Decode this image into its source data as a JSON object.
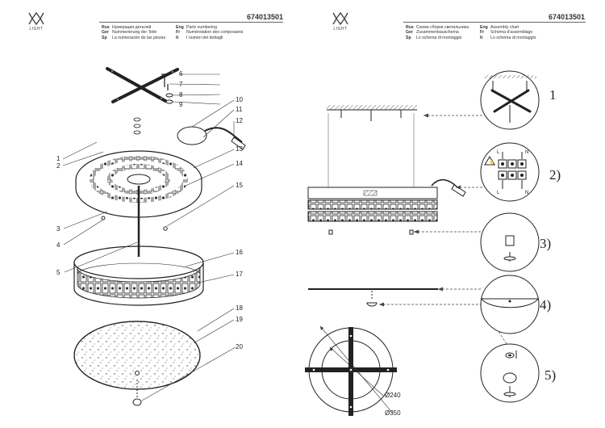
{
  "brand": {
    "logo_text": "LIGHT"
  },
  "left_sheet": {
    "code": "674013501",
    "legend": [
      {
        "lang": "Rus",
        "text": "Нумерация деталей"
      },
      {
        "lang": "Eng",
        "text": "Parts numbering"
      },
      {
        "lang": "Ger",
        "text": "Nummerierung der Teile"
      },
      {
        "lang": "Fr",
        "text": "Numérotation des composants"
      },
      {
        "lang": "Sp",
        "text": "La numeración de las piezas"
      },
      {
        "lang": "It",
        "text": "I numeri dei dettagli"
      }
    ],
    "callouts": [
      "1",
      "2",
      "3",
      "4",
      "5",
      "6",
      "7",
      "8",
      "9",
      "10",
      "11",
      "12",
      "13",
      "14",
      "15",
      "16",
      "17",
      "18",
      "19",
      "20"
    ]
  },
  "right_sheet": {
    "code": "674013501",
    "legend": [
      {
        "lang": "Rus",
        "text": "Схема сборки светильника"
      },
      {
        "lang": "Eng",
        "text": "Assembly chart"
      },
      {
        "lang": "Ger",
        "text": "Zusammenbauschema"
      },
      {
        "lang": "Fr",
        "text": "Schéma d'assemblage"
      },
      {
        "lang": "Sp",
        "text": "Lo schema di montaggio"
      },
      {
        "lang": "It",
        "text": "Lo schema di montaggio"
      }
    ],
    "steps": [
      "1",
      "2)",
      "3)",
      "4)",
      "5)"
    ],
    "dimensions": [
      "Ø240",
      "Ø350"
    ],
    "terminal_labels": [
      "L",
      "N",
      "L",
      "N"
    ]
  }
}
